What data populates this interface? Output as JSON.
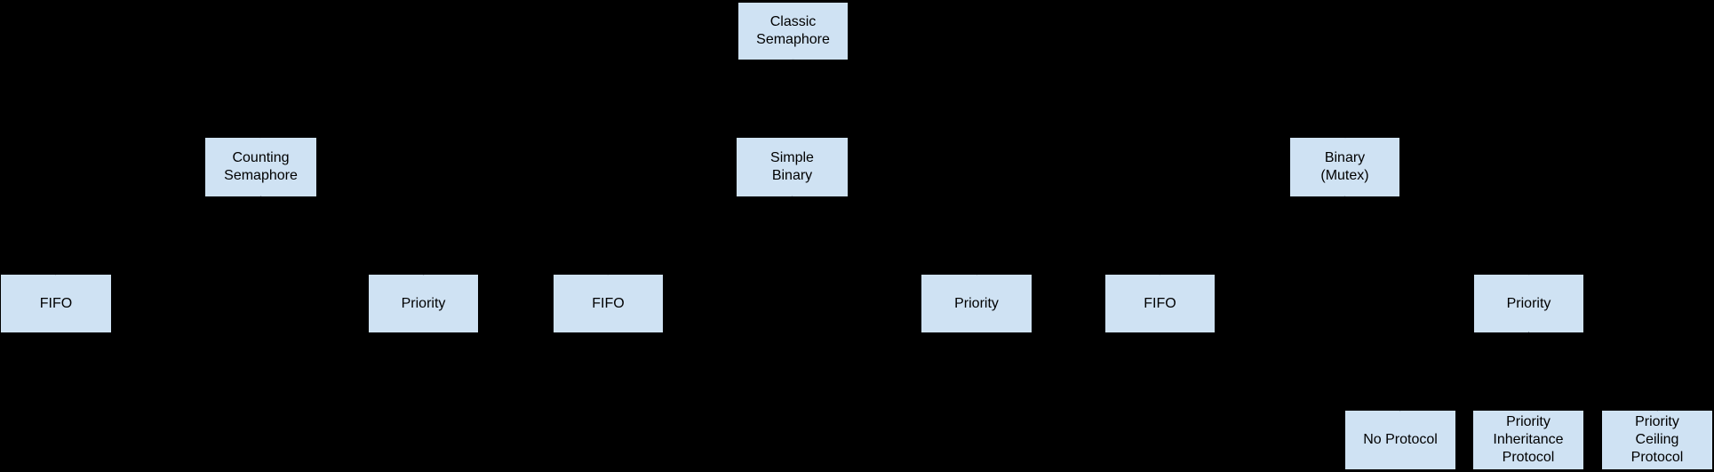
{
  "diagram": {
    "background_color": "#000000",
    "node_fill_color": "#cfe2f3",
    "node_border_color": "#000000",
    "text_color": "#000000",
    "nodes": [
      {
        "id": "classic-semaphore",
        "label": "Classic\nSemaphore"
      },
      {
        "id": "counting-semaphore",
        "label": "Counting\nSemaphore"
      },
      {
        "id": "simple-binary",
        "label": "Simple\nBinary"
      },
      {
        "id": "binary-mutex",
        "label": "Binary\n(Mutex)"
      },
      {
        "id": "counting-fifo",
        "label": "FIFO"
      },
      {
        "id": "counting-priority",
        "label": "Priority"
      },
      {
        "id": "simple-binary-fifo",
        "label": "FIFO"
      },
      {
        "id": "simple-binary-priority",
        "label": "Priority"
      },
      {
        "id": "binary-mutex-fifo",
        "label": "FIFO"
      },
      {
        "id": "binary-mutex-priority",
        "label": "Priority"
      },
      {
        "id": "no-protocol",
        "label": "No Protocol"
      },
      {
        "id": "priority-inheritance-protocol",
        "label": "Priority\nInheritance\nProtocol"
      },
      {
        "id": "priority-ceiling-protocol",
        "label": "Priority\nCeiling\nProtocol"
      }
    ],
    "edges": [
      {
        "from": "classic-semaphore",
        "to": "counting-semaphore"
      },
      {
        "from": "classic-semaphore",
        "to": "simple-binary"
      },
      {
        "from": "classic-semaphore",
        "to": "binary-mutex"
      },
      {
        "from": "counting-semaphore",
        "to": "counting-fifo"
      },
      {
        "from": "counting-semaphore",
        "to": "counting-priority"
      },
      {
        "from": "simple-binary",
        "to": "simple-binary-fifo"
      },
      {
        "from": "simple-binary",
        "to": "simple-binary-priority"
      },
      {
        "from": "binary-mutex",
        "to": "binary-mutex-fifo"
      },
      {
        "from": "binary-mutex",
        "to": "binary-mutex-priority"
      },
      {
        "from": "binary-mutex-priority",
        "to": "no-protocol"
      },
      {
        "from": "binary-mutex-priority",
        "to": "priority-inheritance-protocol"
      },
      {
        "from": "binary-mutex-priority",
        "to": "priority-ceiling-protocol"
      }
    ]
  }
}
